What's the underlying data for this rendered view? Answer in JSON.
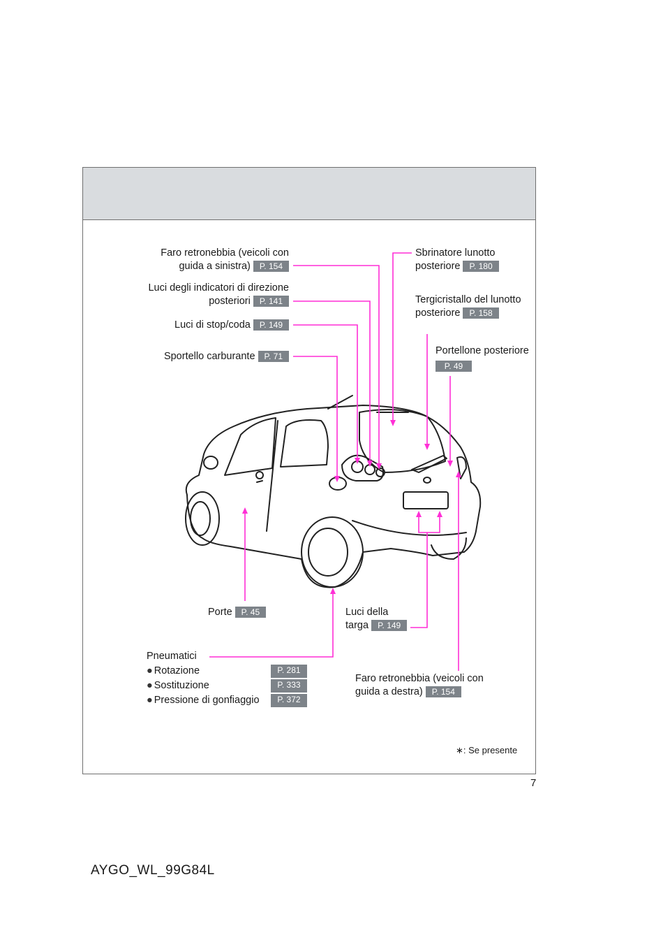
{
  "labels": {
    "faro_sx_l1": "Faro retronebbia (veicoli con",
    "faro_sx_l2": "guida a sinistra)",
    "faro_sx_page": "P. 154",
    "indicatori_l1": "Luci degli indicatori di direzione",
    "indicatori_l2": "posteriori",
    "indicatori_page": "P. 141",
    "stop_l1": "Luci di stop/coda",
    "stop_page": "P. 149",
    "carburante_l1": "Sportello carburante",
    "carburante_page": "P. 71",
    "sbrinatore_l1": "Sbrinatore lunotto",
    "sbrinatore_l2": "posteriore",
    "sbrinatore_page": "P. 180",
    "tergi_l1": "Tergicristallo del lunotto",
    "tergi_l2": "posteriore",
    "tergi_page": "P. 158",
    "portellone_l1": "Portellone posteriore",
    "portellone_page": "P. 49",
    "porte_l1": "Porte",
    "porte_page": "P. 45",
    "targa_l1": "Luci della",
    "targa_l2": "targa",
    "targa_page": "P. 149",
    "pneumatici_title": "Pneumatici",
    "rotazione": "Rotazione",
    "rotazione_page": "P. 281",
    "sostituzione": "Sostituzione",
    "sostituzione_page": "P. 333",
    "pressione": "Pressione di gonfiaggio",
    "pressione_page": "P. 372",
    "faro_dx_l1": "Faro retronebbia (veicoli con",
    "faro_dx_l2": "guida a destra)",
    "faro_dx_page": "P. 154",
    "note": "∗: Se presente"
  },
  "page_number": "7",
  "footer_code": "AYGO_WL_99G84L",
  "colors": {
    "leader": "#ff2fd6",
    "tag": "#7d8389",
    "header": "#d9dcdf"
  }
}
